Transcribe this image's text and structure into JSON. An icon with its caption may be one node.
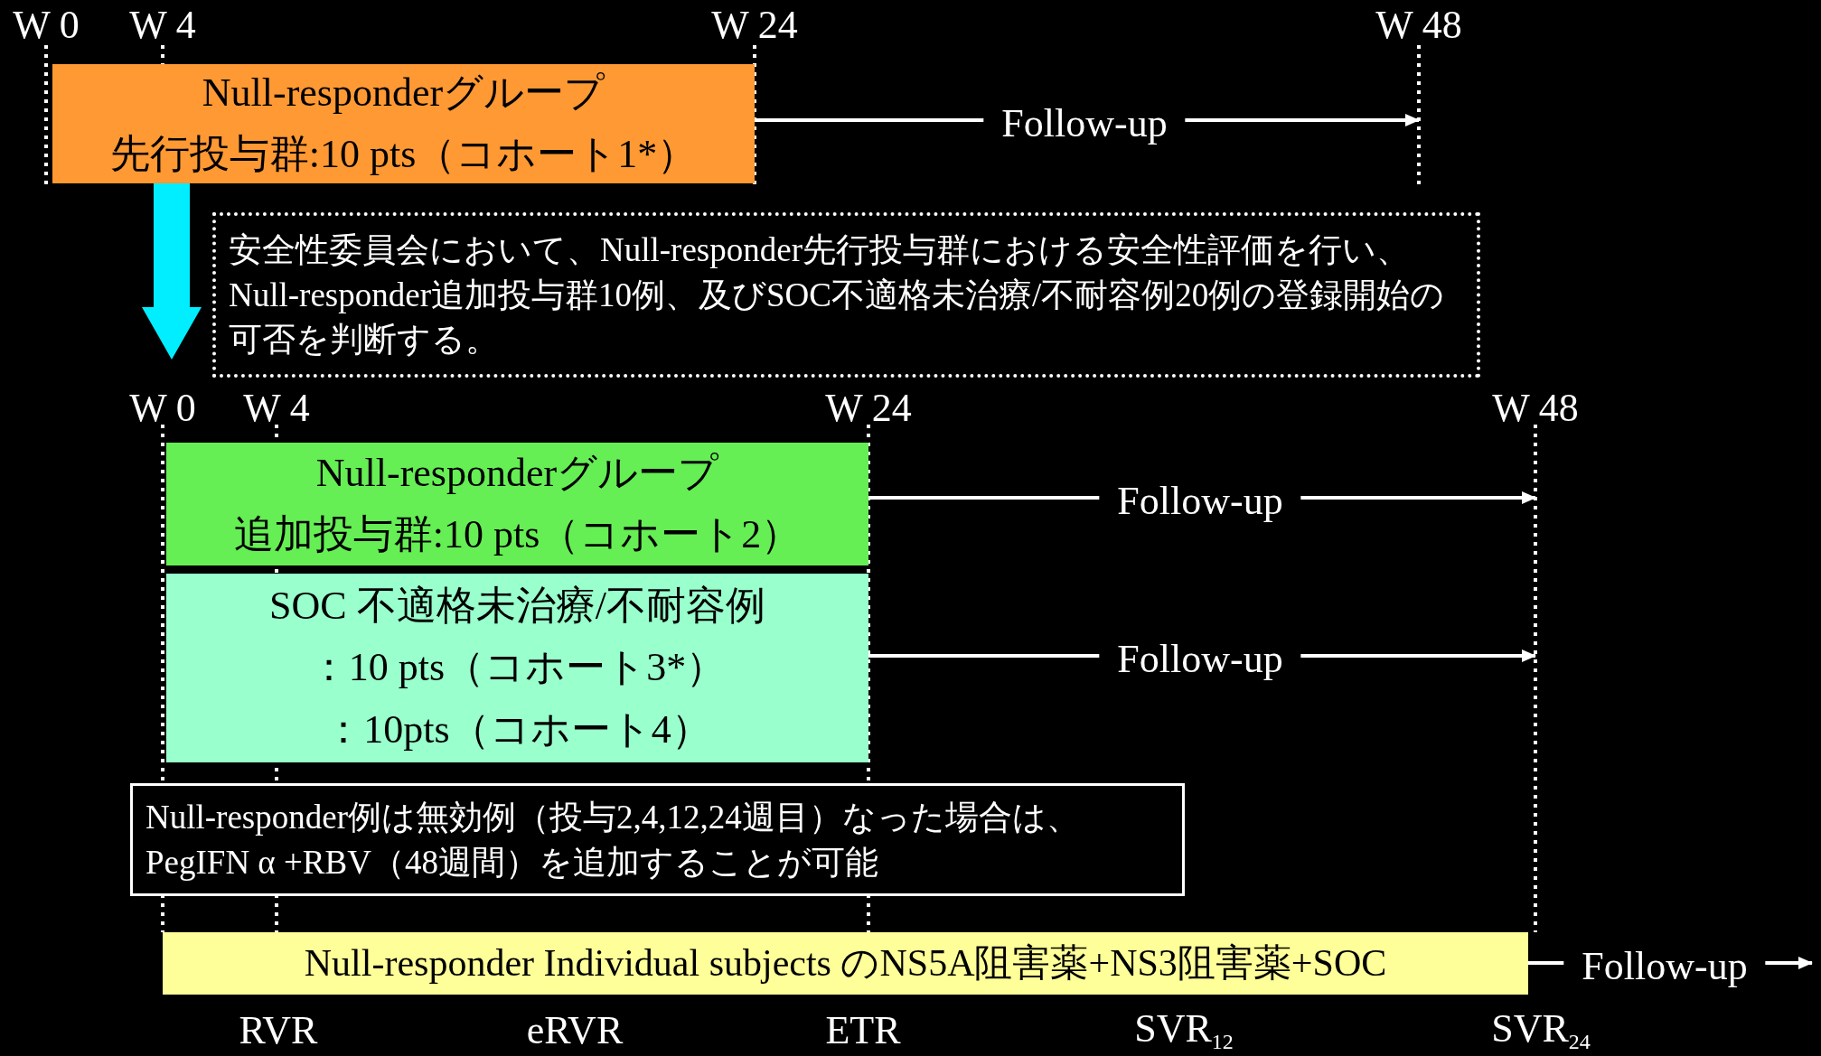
{
  "diagram": {
    "nodes": [
      {
        "text": [
          "Null-responderグループ",
          "先行投与群:10 pts（コホート1*）"
        ]
      },
      {
        "text": [
          "安全性委員会において、Null-responder先行投与群における安全性評価を行い、Null-responder追加投与群10例、及びSOC不適格未治療/不耐容例20例の登録開始の可否を判断する。"
        ]
      },
      {
        "text": [
          "Null-responderグループ",
          "追加投与群:10 pts（コホート2）"
        ]
      },
      {
        "text": [
          "SOC 不適格未治療/不耐容例",
          "：10 pts（コホート3*）",
          "：10pts（コホート4）"
        ]
      },
      {
        "text": [
          "Null-responder例は無効例（投与2,4,12,24週目）なった場合は、PegIFN α +RBV（48週間）を追加することが可能"
        ]
      },
      {
        "text": [
          "Null-responder Individual subjects のNS5A阻害薬+NS3阻害薬+SOC"
        ]
      }
    ],
    "edges": [
      {
        "from": 0,
        "to": null,
        "arrow": "to",
        "label": "Follow-up"
      },
      {
        "from": 0,
        "to": null,
        "arrow": "to",
        "style": "thick",
        "color": "#00eeff"
      },
      {
        "from": 2,
        "to": null,
        "arrow": "to",
        "label": "Follow-up"
      },
      {
        "from": 3,
        "to": null,
        "arrow": "to",
        "label": "Follow-up"
      },
      {
        "from": 5,
        "to": null,
        "arrow": "to",
        "label": "Follow-up"
      }
    ],
    "labels": [
      "W 0",
      "W 4",
      "W 24",
      "W 48",
      "W 0",
      "W 4",
      "W 24",
      "W 48",
      "RVR",
      "eRVR",
      "ETR",
      "SVR$_{12}$",
      "SVR$_{24}$"
    ]
  }
}
